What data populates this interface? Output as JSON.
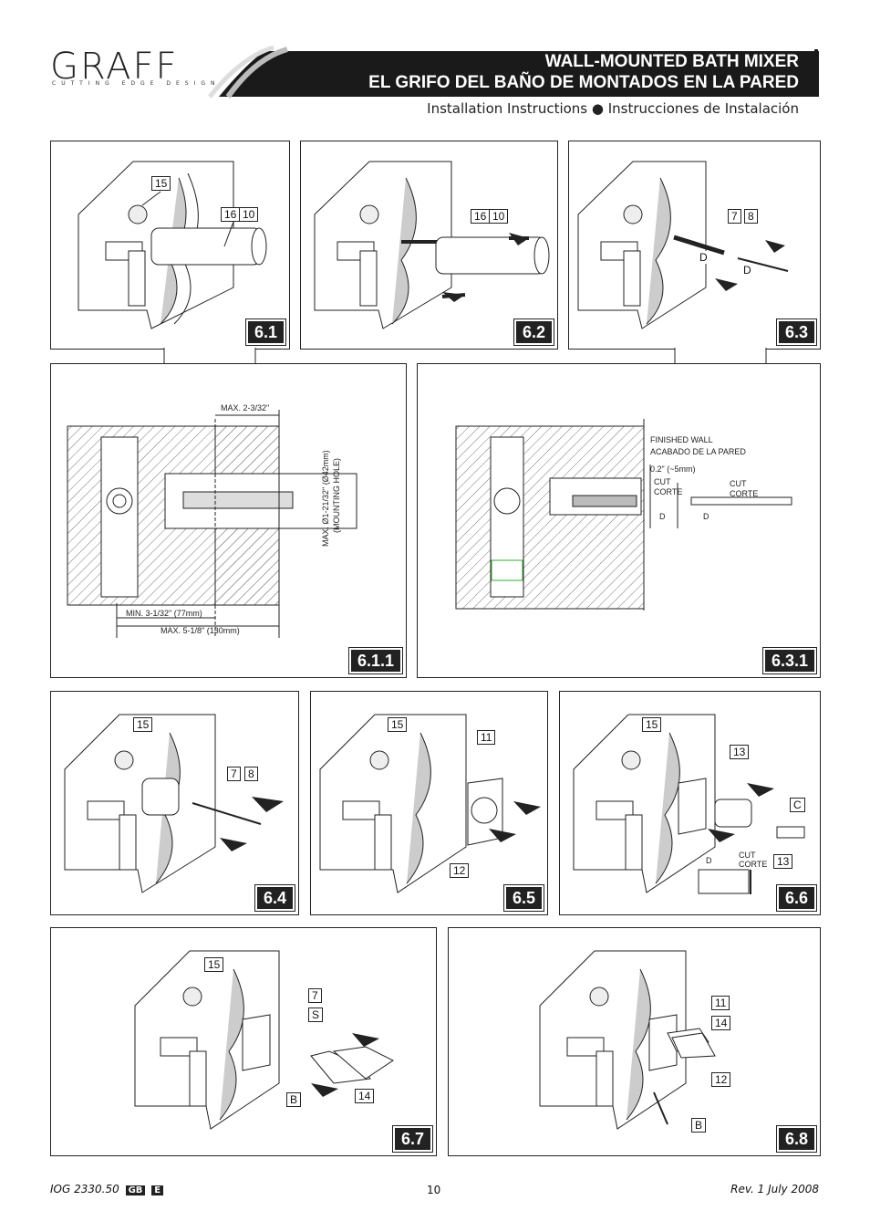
{
  "header": {
    "logo_text": "GRAFF",
    "logo_tagline": "CUTTING EDGE DESIGN",
    "title_en": "WALL-MOUNTED BATH MIXER",
    "title_es": "EL GRIFO DEL BAÑO DE MONTADOS EN LA PARED",
    "subtitle": "Installation Instructions ● Instrucciones de Instalación"
  },
  "steps": {
    "s61": {
      "badge": "6.1",
      "labels": [
        "15",
        "16",
        "10"
      ]
    },
    "s62": {
      "badge": "6.2",
      "labels": [
        "16",
        "10"
      ]
    },
    "s63": {
      "badge": "6.3",
      "labels": [
        "7",
        "8",
        "D",
        "D"
      ]
    },
    "s611": {
      "badge": "6.1.1",
      "max_top": "MAX. 2-3/32\"",
      "hole": "MAX. Ø1-21/32\" (Ø42mm)",
      "hole2": "(MOUNTING HOLE)",
      "min": "MIN. 3-1/32\" (77mm)",
      "max_bottom": "MAX. 5-1/8\" (130mm)"
    },
    "s631": {
      "badge": "6.3.1",
      "finished_wall": "FINISHED WALL",
      "acabado": "ACABADO DE LA PARED",
      "offset": "0.2\" (~5mm)",
      "cut": "CUT",
      "corte": "CORTE",
      "d": "D"
    },
    "s64": {
      "badge": "6.4",
      "labels": [
        "15",
        "7",
        "8"
      ]
    },
    "s65": {
      "badge": "6.5",
      "labels": [
        "15",
        "11",
        "12"
      ]
    },
    "s66": {
      "badge": "6.6",
      "labels": [
        "15",
        "13",
        "C",
        "13"
      ],
      "d": "D",
      "cut": "CUT",
      "corte": "CORTE"
    },
    "s67": {
      "badge": "6.7",
      "labels": [
        "15",
        "7",
        "S",
        "B",
        "14"
      ]
    },
    "s68": {
      "badge": "6.8",
      "labels": [
        "11",
        "14",
        "12",
        "B"
      ]
    }
  },
  "footer": {
    "doc_code": "IOG 2330.50",
    "lang1": "GB",
    "lang2": "E",
    "page": "10",
    "revision": "Rev. 1 July 2008"
  }
}
